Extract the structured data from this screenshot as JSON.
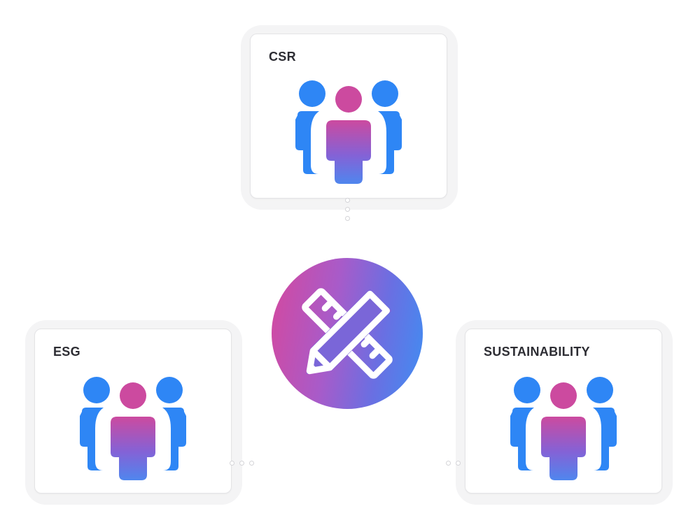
{
  "nodes": {
    "csr": {
      "title": "CSR"
    },
    "esg": {
      "title": "ESG"
    },
    "sustainability": {
      "title": "SUSTAINABILITY"
    }
  },
  "hub": {
    "icon": "ruler-pencil-icon"
  },
  "node_icon": "team-people-icon",
  "colors": {
    "people_blue": "#2e86f5",
    "people_center_top": "#cc4a9f",
    "people_center_bottom": "#4f86ee",
    "hub_left": "#d5489e",
    "hub_right": "#3f8ef2",
    "title_text": "#2d2d33"
  }
}
